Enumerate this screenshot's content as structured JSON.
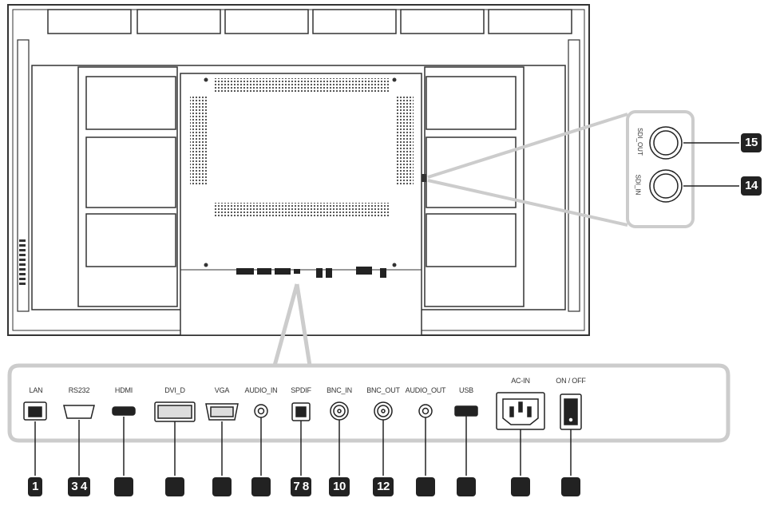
{
  "bottom_ports": [
    {
      "label": "LAN",
      "badge": "1"
    },
    {
      "label": "RS232",
      "badge": "3 4"
    },
    {
      "label": "HDMI",
      "badge": ""
    },
    {
      "label": "DVI_D",
      "badge": ""
    },
    {
      "label": "VGA",
      "badge": ""
    },
    {
      "label": "AUDIO_IN",
      "badge": ""
    },
    {
      "label": "SPDIF",
      "badge": "7 8"
    },
    {
      "label": "BNC_IN",
      "badge": "10"
    },
    {
      "label": "BNC_OUT",
      "badge": "12"
    },
    {
      "label": "AUDIO_OUT",
      "badge": ""
    },
    {
      "label": "USB",
      "badge": ""
    },
    {
      "label": "AC-IN",
      "badge": ""
    },
    {
      "label": "ON / OFF",
      "badge": ""
    }
  ],
  "side_ports": [
    {
      "label": "SDI_OUT",
      "badge": "15"
    },
    {
      "label": "SDI_IN",
      "badge": "14"
    }
  ]
}
